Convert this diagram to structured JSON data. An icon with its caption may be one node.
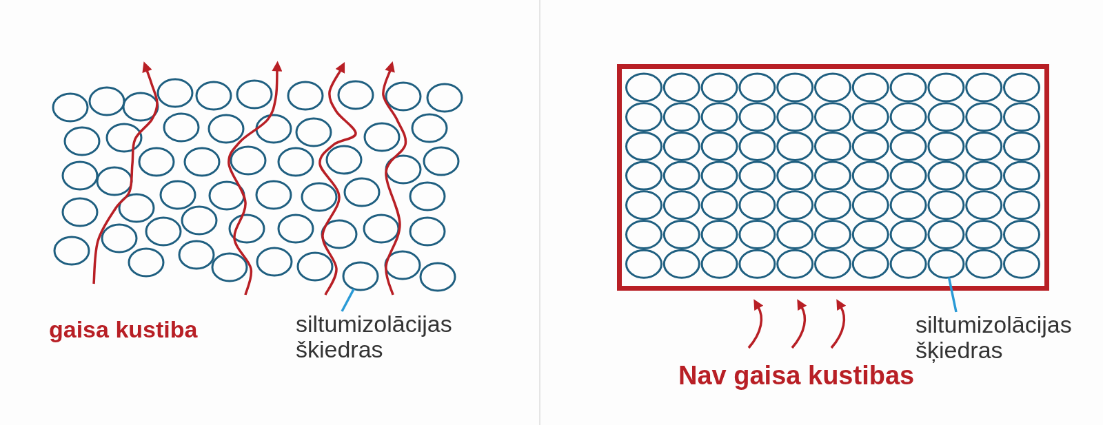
{
  "diagram": {
    "nodes": [
      {
        "text": [
          "siltumizolācijas škiedras"
        ]
      },
      {
        "text": [
          "siltumizolācijas šķiedras"
        ]
      }
    ],
    "edges": [
      {
        "from": 0,
        "to": null,
        "arrow": "none"
      },
      {
        "from": 1,
        "to": null,
        "arrow": "none"
      }
    ],
    "labels": [
      "gaisa kustiba",
      "Nav gaisa kustibas"
    ]
  }
}
